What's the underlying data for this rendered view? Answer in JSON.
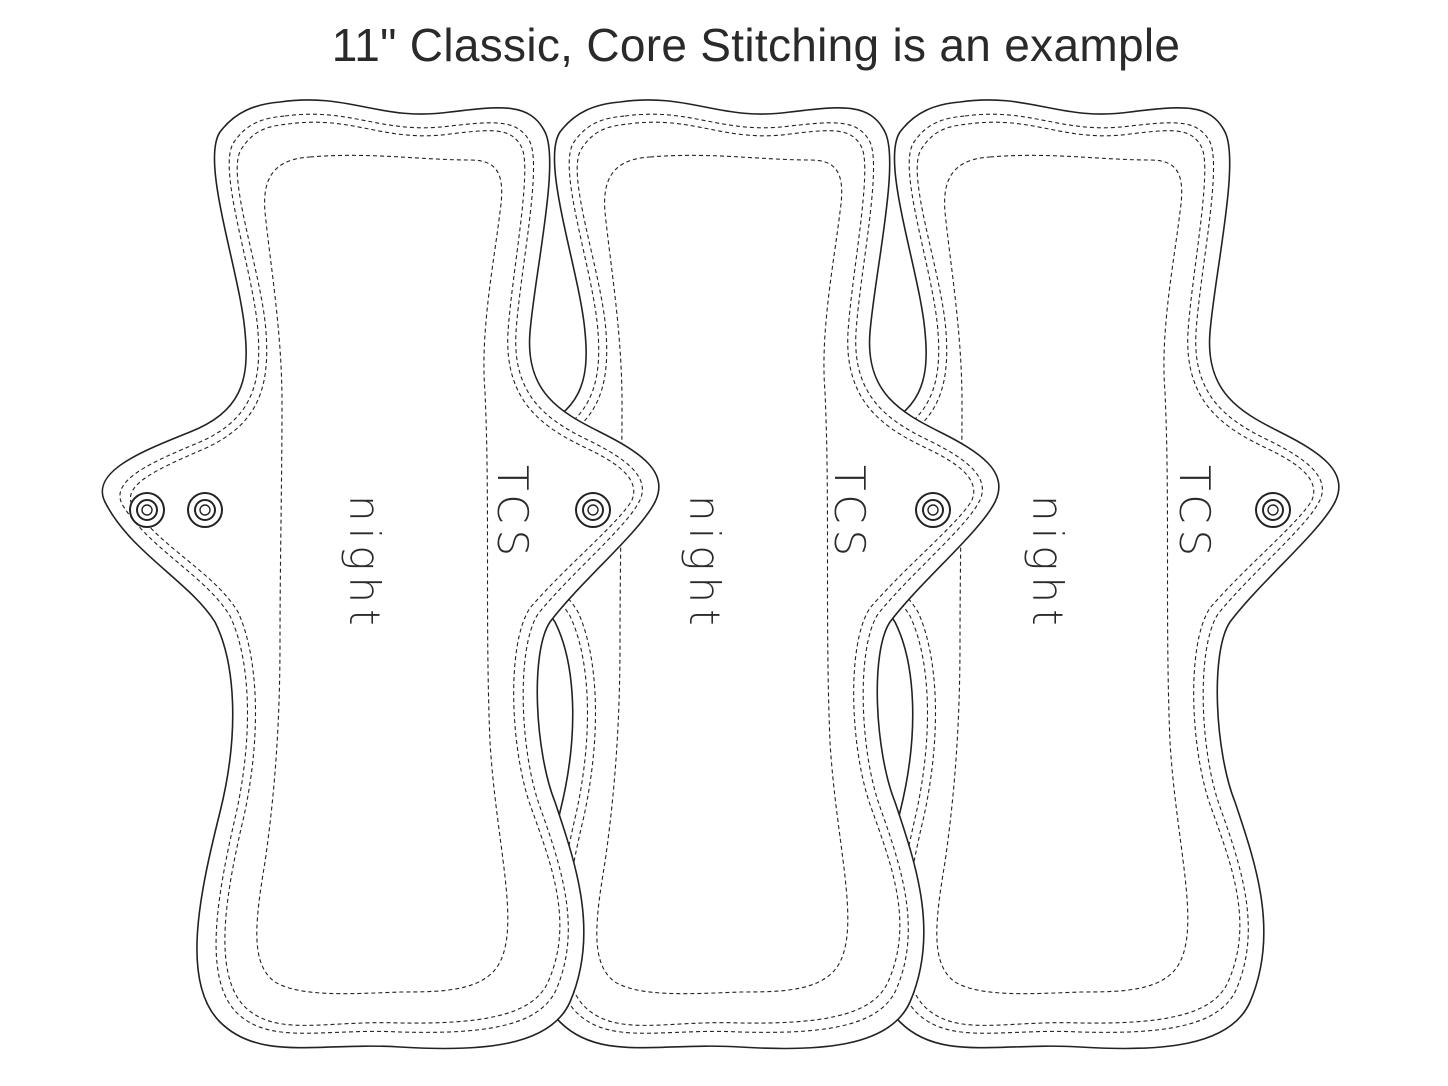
{
  "title": "11\" Classic, Core Stitching is an example",
  "pads": [
    {
      "center_label": "night",
      "side_label": "TCS",
      "snaps": 3
    },
    {
      "center_label": "night",
      "side_label": "TCS",
      "snaps": 1
    },
    {
      "center_label": "night",
      "side_label": "TCS",
      "snaps": 1
    }
  ],
  "colors": {
    "line": "#222222",
    "background": "#ffffff",
    "text": "#2a2a2a"
  }
}
